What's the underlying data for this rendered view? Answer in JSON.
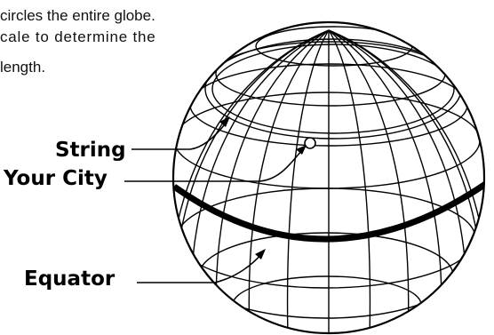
{
  "caption": {
    "line1": "circles the entire globe.",
    "line2": "cale to determine the",
    "line3": "length."
  },
  "labels": {
    "string": "String",
    "your_city": "Your City",
    "equator": "Equator"
  },
  "colors": {
    "ink": "#000000",
    "background": "#ffffff"
  }
}
